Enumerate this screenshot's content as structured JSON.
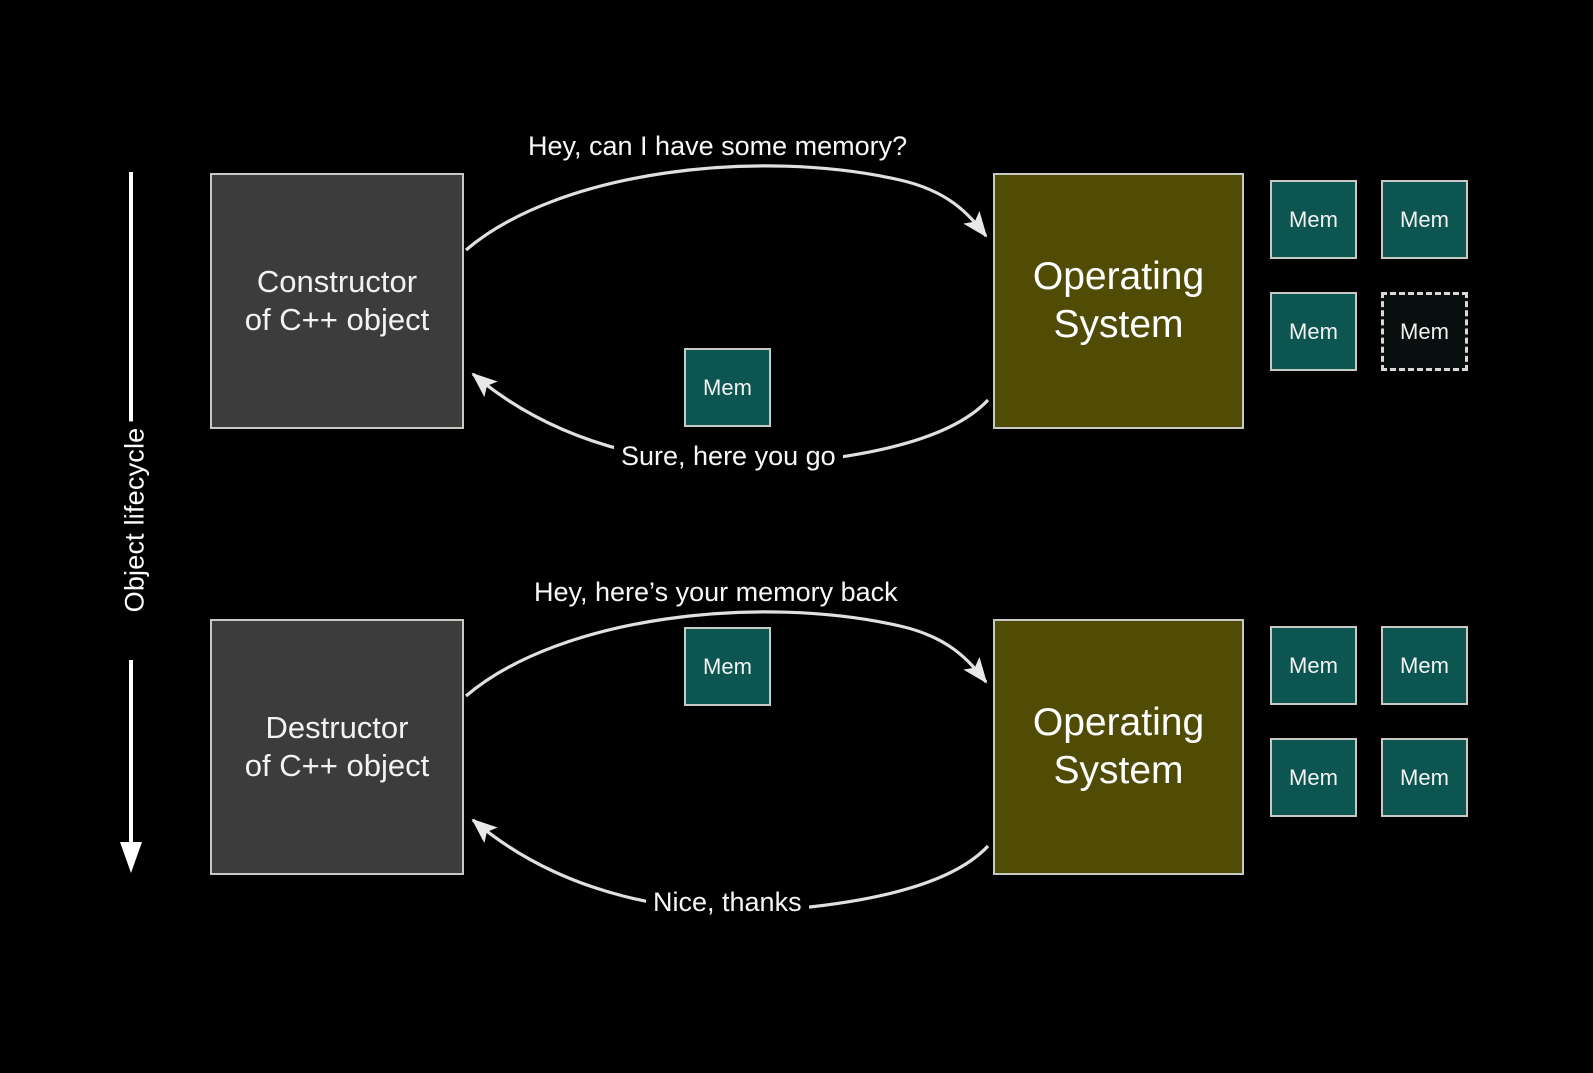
{
  "slide": {
    "background_color": "#000000",
    "lifecycle_axis": {
      "label": "Object lifecycle",
      "direction": "downward"
    },
    "palette": {
      "object_box": "#3c3c3c",
      "os_box": "#504c06",
      "mem_block": "#0c5551",
      "mem_free": "#080f0e",
      "border": "#c9c9c4",
      "text": "#ffffff"
    },
    "sections": [
      {
        "id": "construction",
        "left_box": {
          "line1": "Constructor",
          "line2": "of C++ object"
        },
        "right_box": {
          "line1": "Operating",
          "line2": "System"
        },
        "request_label": "Hey, can I have some memory?",
        "response_label": "Sure, here you go",
        "transit_block": {
          "label": "Mem"
        },
        "memory_pool": [
          {
            "label": "Mem",
            "state": "allocated"
          },
          {
            "label": "Mem",
            "state": "allocated"
          },
          {
            "label": "Mem",
            "state": "allocated"
          },
          {
            "label": "Mem",
            "state": "free"
          }
        ]
      },
      {
        "id": "destruction",
        "left_box": {
          "line1": "Destructor",
          "line2": "of C++ object"
        },
        "right_box": {
          "line1": "Operating",
          "line2": "System"
        },
        "request_label": "Hey, here’s your memory back",
        "response_label": "Nice, thanks",
        "transit_block": {
          "label": "Mem"
        },
        "memory_pool": [
          {
            "label": "Mem",
            "state": "allocated"
          },
          {
            "label": "Mem",
            "state": "allocated"
          },
          {
            "label": "Mem",
            "state": "allocated"
          },
          {
            "label": "Mem",
            "state": "allocated"
          }
        ]
      }
    ]
  }
}
